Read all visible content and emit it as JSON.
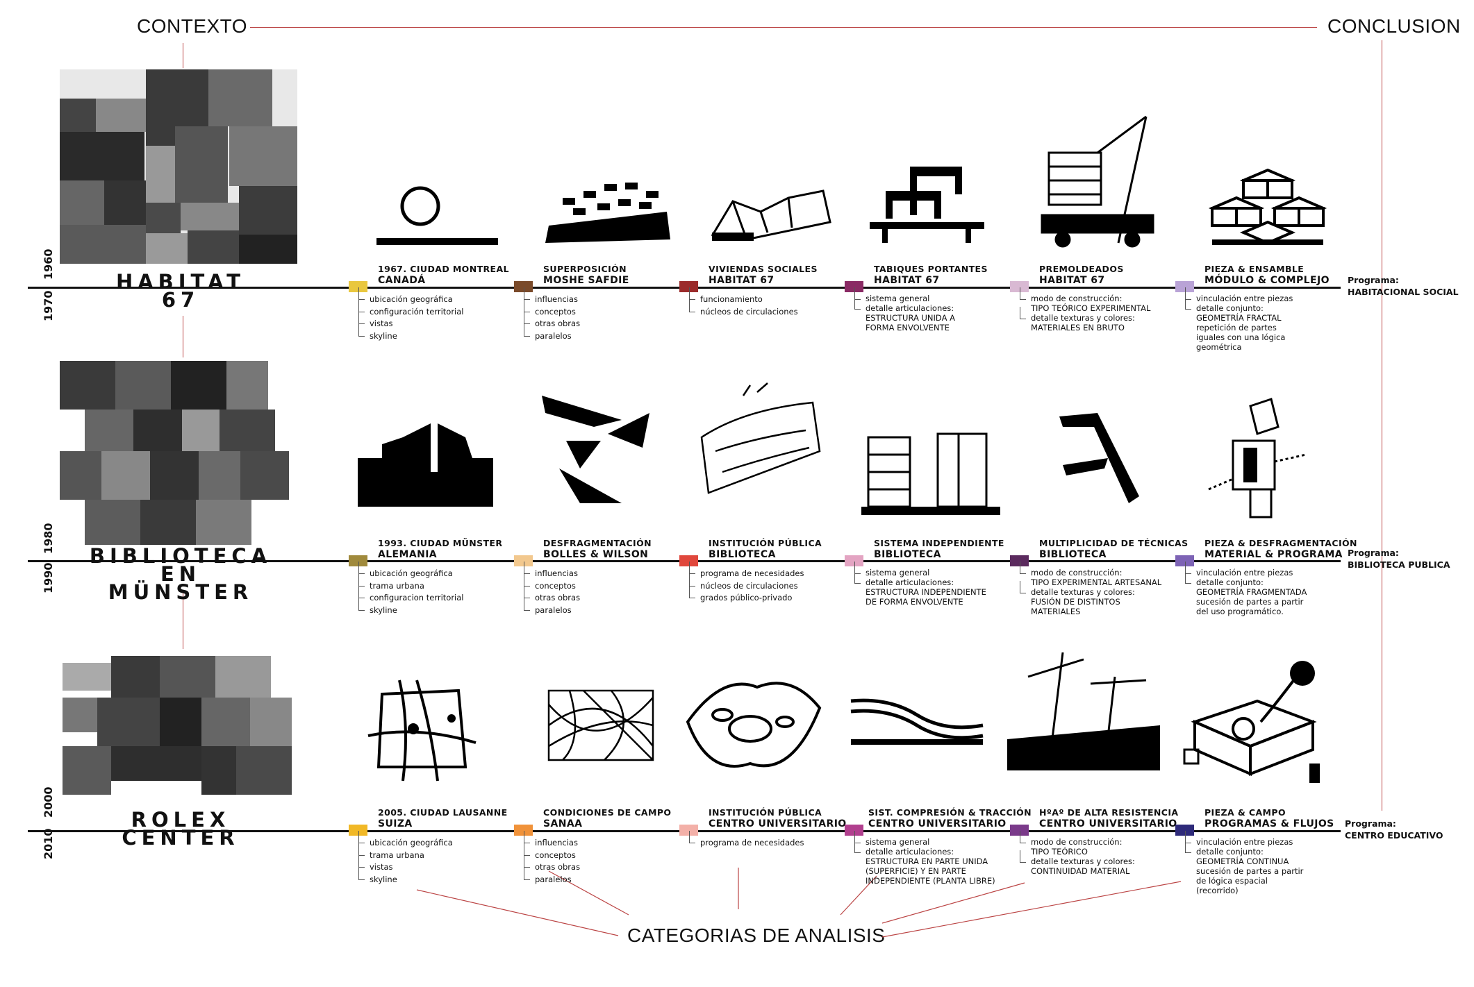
{
  "header": {
    "left": "CONTEXTO",
    "right": "CONCLUSION"
  },
  "footer": {
    "label": "CATEGORIAS DE ANALISIS"
  },
  "rows": [
    {
      "title_line1": "HABITAT",
      "title_line2": "67",
      "year1": "1960",
      "year2": "1970",
      "program_label": "Programa:",
      "program_value": "HABITACIONAL SOCIAL",
      "categories": [
        {
          "line1": "1967. CIUDAD MONTREAL",
          "line2": "CANADÁ",
          "color": "#e9c73f",
          "bullets": [
            "ubicación geográfica",
            "configuración territorial",
            "vistas",
            "skyline"
          ]
        },
        {
          "line1": "SUPERPOSICIÓN",
          "line2": "MOSHE SAFDIE",
          "color": "#7a4a2a",
          "bullets": [
            "influencias",
            "conceptos",
            "otras obras",
            "paralelos"
          ]
        },
        {
          "line1": "VIVIENDAS SOCIALES",
          "line2": "HABITAT 67",
          "color": "#9b2b2b",
          "bullets": [
            "funcionamiento",
            "núcleos de circulaciones"
          ]
        },
        {
          "line1": "TABIQUES PORTANTES",
          "line2": "HABITAT 67",
          "color": "#8a2a64",
          "bullets": [
            "sistema general",
            "detalle articulaciones:",
            "ESTRUCTURA UNIDA A",
            "FORMA ENVOLVENTE"
          ]
        },
        {
          "line1": "PREMOLDEADOS",
          "line2": "HABITAT 67",
          "color": "#d9b9d3",
          "bullets": [
            "modo de construcción:",
            "TIPO TEÓRICO EXPERIMENTAL",
            "detalle texturas y colores:",
            "MATERIALES EN BRUTO"
          ]
        },
        {
          "line1": "PIEZA & ENSAMBLE",
          "line2": "MÓDULO & COMPLEJO",
          "color": "#b9a3d6",
          "bullets": [
            "vinculación entre piezas",
            "detalle conjunto:",
            "GEOMETRÍA FRACTAL",
            "repetición de partes",
            "iguales con una lógica",
            "geométrica"
          ]
        }
      ]
    },
    {
      "title_line1": "BIBLIOTECA",
      "title_line2": "EN MÜNSTER",
      "year1": "1980",
      "year2": "1990",
      "program_label": "Programa:",
      "program_value": "BIBLIOTECA PUBLICA",
      "categories": [
        {
          "line1": "1993. CIUDAD MÜNSTER",
          "line2": "ALEMANIA",
          "color": "#a08a3c",
          "bullets": [
            "ubicación geográfica",
            "trama urbana",
            "configuracion territorial",
            "skyline"
          ]
        },
        {
          "line1": "DESFRAGMENTACIÓN",
          "line2": "BOLLES & WILSON",
          "color": "#f2c88e",
          "bullets": [
            "influencias",
            "conceptos",
            "otras obras",
            "paralelos"
          ]
        },
        {
          "line1": "INSTITUCIÓN PÚBLICA",
          "line2": "BIBLIOTECA",
          "color": "#e0473c",
          "bullets": [
            "programa de necesidades",
            "núcleos de circulaciones",
            "grados público-privado"
          ]
        },
        {
          "line1": "SISTEMA INDEPENDIENTE",
          "line2": "BIBLIOTECA",
          "color": "#e3a4c2",
          "bullets": [
            "sistema general",
            "detalle articulaciones:",
            "ESTRUCTURA INDEPENDIENTE",
            "DE FORMA ENVOLVENTE"
          ]
        },
        {
          "line1": "MULTIPLICIDAD DE TÉCNICAS",
          "line2": "BIBLIOTECA",
          "color": "#5b2a5e",
          "bullets": [
            "modo de construcción:",
            "TIPO EXPERIMENTAL ARTESANAL",
            "detalle texturas y colores:",
            "FUSIÓN DE DISTINTOS",
            "MATERIALES"
          ]
        },
        {
          "line1": "PIEZA & DESFRAGMENTACIÓN",
          "line2": "MATERIAL & PROGRAMA",
          "color": "#7d63b5",
          "bullets": [
            "vinculación entre piezas",
            "detalle conjunto:",
            "GEOMETRÍA FRAGMENTADA",
            "sucesión de partes a partir",
            "del uso programático."
          ]
        }
      ]
    },
    {
      "title_line1": "ROLEX",
      "title_line2": "CENTER",
      "year1": "2000",
      "year2": "2010",
      "program_label": "Programa:",
      "program_value": "CENTRO EDUCATIVO",
      "categories": [
        {
          "line1": "2005. CIUDAD LAUSANNE",
          "line2": "SUIZA",
          "color": "#f1b826",
          "bullets": [
            "ubicación geográfica",
            "trama urbana",
            "vistas",
            "skyline"
          ]
        },
        {
          "line1": "CONDICIONES DE CAMPO",
          "line2": "SANAA",
          "color": "#f0923a",
          "bullets": [
            "influencias",
            "conceptos",
            "otras obras",
            "paralelos"
          ]
        },
        {
          "line1": "INSTITUCIÓN PÚBLICA",
          "line2": "CENTRO UNIVERSITARIO",
          "color": "#f3b0a8",
          "bullets": [
            "programa de necesidades"
          ]
        },
        {
          "line1": "SIST. COMPRESIÓN & TRACCIÓN",
          "line2": "CENTRO UNIVERSITARIO",
          "color": "#b13f8e",
          "bullets": [
            "sistema general",
            "detalle articulaciones:",
            "ESTRUCTURA EN PARTE UNIDA",
            "(SUPERFICIE) Y EN PARTE",
            "INDEPENDIENTE (PLANTA LIBRE)"
          ]
        },
        {
          "line1": "HºAº DE ALTA RESISTENCIA",
          "line2": "CENTRO UNIVERSITARIO",
          "color": "#7a3a8a",
          "bullets": [
            "modo de construcción:",
            "TIPO TEÓRICO",
            "detalle texturas y colores:",
            "CONTINUIDAD MATERIAL"
          ]
        },
        {
          "line1": "PIEZA & CAMPO",
          "line2": "PROGRAMAS & FLUJOS",
          "color": "#2e2a7a",
          "bullets": [
            "vinculación entre piezas",
            "detalle conjunto:",
            "GEOMETRÍA CONTINUA",
            "sucesión de partes a partir",
            "de lógica espacial",
            "(recorrido)"
          ]
        }
      ]
    }
  ]
}
